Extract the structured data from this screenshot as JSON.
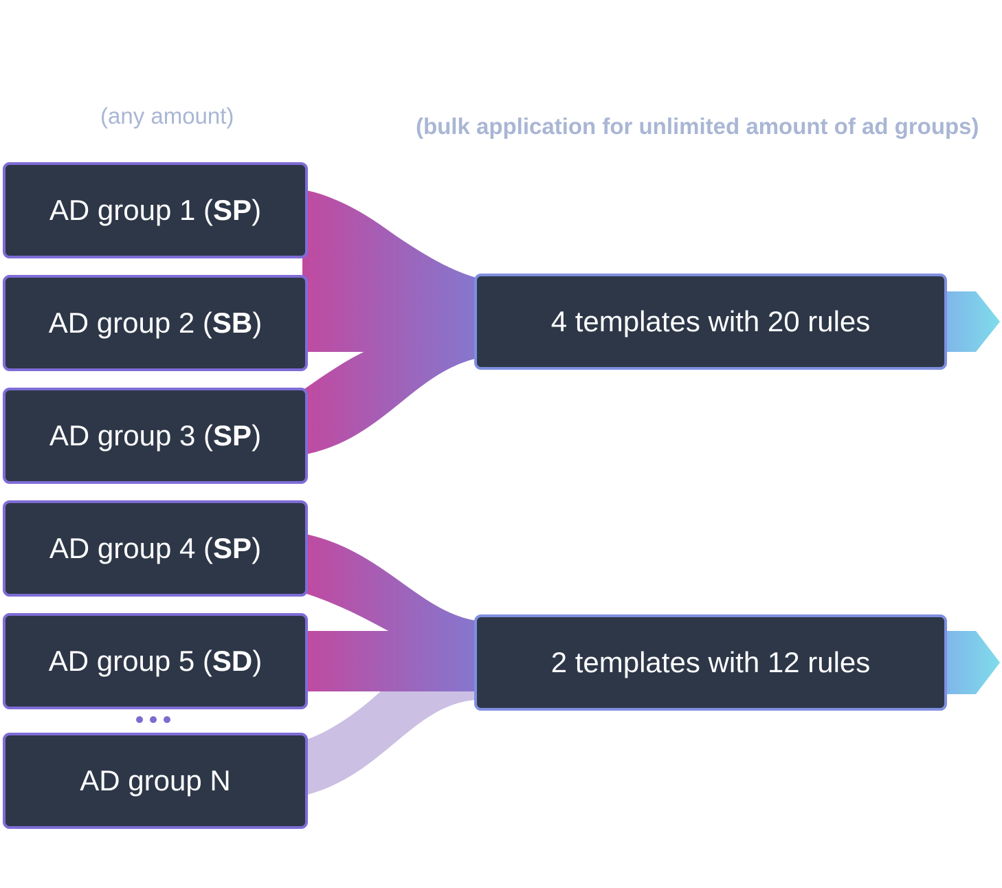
{
  "captions": {
    "left": "(any amount)",
    "right": "(bulk application for unlimited amount of ad groups)"
  },
  "ad_groups": [
    {
      "label": "AD group 1 (",
      "tag": "SP",
      "close": ")"
    },
    {
      "label": "AD group 2 (",
      "tag": "SB",
      "close": ")"
    },
    {
      "label": "AD group 3 (",
      "tag": "SP",
      "close": ")"
    },
    {
      "label": "AD group 4 (",
      "tag": "SP",
      "close": ")"
    },
    {
      "label": "AD group 5 (",
      "tag": "SD",
      "close": ")"
    },
    {
      "label": "AD group N",
      "tag": "",
      "close": ""
    }
  ],
  "templates": [
    {
      "label": "4 templates with 20 rules"
    },
    {
      "label": "2 templates with 12 rules"
    }
  ],
  "colors": {
    "box_fill": "#2d3748",
    "box_border": "#7f6cd6",
    "flow_start": "#c04aa0",
    "flow_end": "#8478cf",
    "flow_faded": "#cbbfe3",
    "arrow_start": "#7fb3ea",
    "arrow_end": "#7fdcea",
    "caption": "#a9b6d4"
  }
}
